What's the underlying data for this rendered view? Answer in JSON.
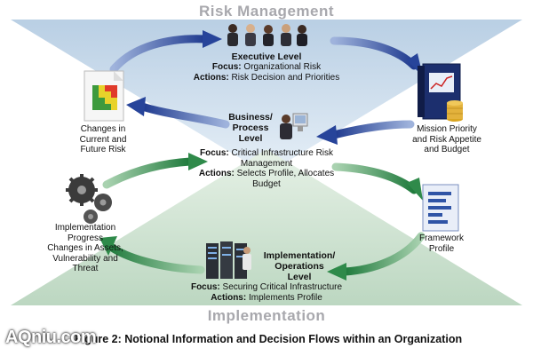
{
  "diagram": {
    "top_band_title": "Risk Management",
    "bottom_band_title": "Implementation",
    "executive": {
      "title": "Executive Level",
      "focus_label": "Focus:",
      "focus_text": "Organizational Risk",
      "actions_label": "Actions:",
      "actions_text": "Risk Decision and Priorities"
    },
    "business": {
      "title_line1": "Business/",
      "title_line2": "Process",
      "title_line3": "Level",
      "focus_label": "Focus:",
      "focus_line1": "Critical Infrastructure Risk",
      "focus_line2": "Management",
      "actions_label": "Actions:",
      "actions_line1": "Selects Profile, Allocates",
      "actions_line2": "Budget"
    },
    "operations": {
      "title_line1": "Implementation/",
      "title_line2": "Operations",
      "title_line3": "Level",
      "focus_label": "Focus:",
      "focus_text": "Securing Critical Infrastructure",
      "actions_label": "Actions:",
      "actions_text": "Implements Profile"
    },
    "left_top": {
      "line1": "Changes in",
      "line2": "Current and",
      "line3": "Future Risk"
    },
    "right_top": {
      "line1": "Mission Priority",
      "line2": "and Risk Appetite",
      "line3": "and Budget"
    },
    "right_bottom": {
      "line1": "Framework",
      "line2": "Profile"
    },
    "left_bottom": {
      "line1": "Implementation",
      "line2": "Progress",
      "line3": "Changes in Assets,",
      "line4": "Vulnerability and",
      "line5": "Threat"
    },
    "caption": "Figure 2: Notional Information and Decision Flows within an Organization",
    "watermark": "AQniu.com"
  },
  "colors": {
    "top_band": "#c9dceb",
    "bottom_band": "#cfe3d2",
    "arrow_blue": "#27449a",
    "arrow_green": "#2f8a4a"
  }
}
